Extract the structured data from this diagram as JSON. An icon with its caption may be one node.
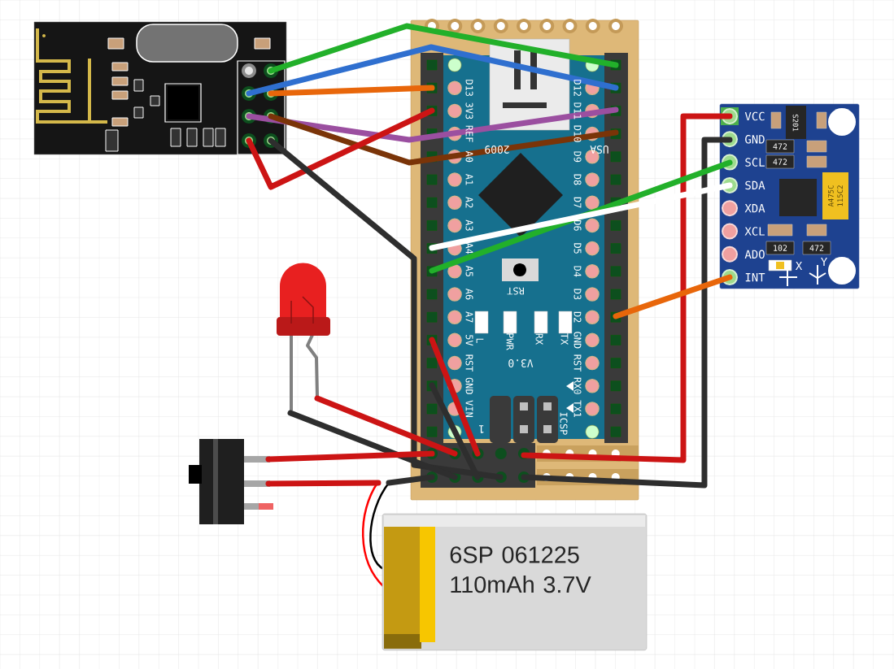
{
  "diagram": {
    "nodes": [
      {
        "text": [],
        "shape": "picture"
      },
      {
        "text": [],
        "shape": "box"
      },
      {
        "text": [
          "D13",
          "3V3",
          "REF",
          "A0",
          "A1",
          "A2",
          "A3",
          "A4",
          "A5",
          "A6",
          "A7",
          "5V",
          "RST",
          "GND",
          "VIN",
          "D12",
          "D11",
          "D10",
          "D9",
          "D8",
          "D7",
          "D6",
          "D5",
          "D4",
          "D3",
          "D2",
          "GND",
          "RST",
          "RX0",
          "TX1",
          "2009",
          "USA",
          "RST",
          "L",
          "PWR",
          "RX",
          "TX",
          "V3.0",
          "ICSP",
          "1"
        ],
        "in": 1
      },
      {
        "text": [],
        "shape": "bar",
        "in": 1
      },
      {
        "text": [
          "VCC",
          "GND",
          "SCL",
          "SDA",
          "XDA",
          "XCL",
          "ADO",
          "INT",
          "S201",
          "472",
          "472",
          "102",
          "472",
          "A475C 115C2",
          "X",
          "Y"
        ]
      },
      {
        "text": [],
        "shape": "picture"
      },
      {
        "text": [],
        "shape": "picture"
      },
      {
        "text": [
          "6SP 061225 110mAh 3.7V"
        ]
      }
    ],
    "edges": [
      {
        "from": 0,
        "to": 2,
        "arrow": "none",
        "color": "#22b02a"
      },
      {
        "from": 0,
        "to": 2,
        "arrow": "none",
        "color": "#2f6fcf"
      },
      {
        "from": 0,
        "to": 2,
        "arrow": "none",
        "color": "#e8660a"
      },
      {
        "from": 0,
        "to": 2,
        "arrow": "none",
        "color": "#9b4fa0"
      },
      {
        "from": 0,
        "to": 2,
        "arrow": "none",
        "color": "#7a3408"
      },
      {
        "from": 0,
        "to": 2,
        "arrow": "none",
        "color": "#cc1414"
      },
      {
        "from": 0,
        "to": 3,
        "arrow": "none",
        "color": "#2e2e2e"
      },
      {
        "from": 4,
        "to": 3,
        "arrow": "none",
        "color": "#cc1414"
      },
      {
        "from": 4,
        "to": 3,
        "arrow": "none",
        "color": "#2e2e2e"
      },
      {
        "from": 4,
        "to": 2,
        "arrow": "none",
        "color": "#22b02a"
      },
      {
        "from": 4,
        "to": 2,
        "arrow": "none",
        "color": "#ffffff"
      },
      {
        "from": 4,
        "to": 2,
        "arrow": "none",
        "color": "#e8660a"
      },
      {
        "from": 5,
        "to": 3,
        "arrow": "none",
        "color": "#cc1414"
      },
      {
        "from": 5,
        "to": 3,
        "arrow": "none",
        "color": "#2e2e2e"
      },
      {
        "from": 2,
        "to": 3,
        "arrow": "none",
        "color": "#cc1414"
      },
      {
        "from": 2,
        "to": 3,
        "arrow": "none",
        "color": "#2e2e2e"
      },
      {
        "from": 6,
        "to": 3,
        "arrow": "none",
        "color": "#cc1414"
      },
      {
        "from": 7,
        "to": 6,
        "arrow": "none",
        "color": "#cc1414"
      },
      {
        "from": 7,
        "to": 3,
        "arrow": "none",
        "color": "#2e2e2e"
      }
    ]
  }
}
